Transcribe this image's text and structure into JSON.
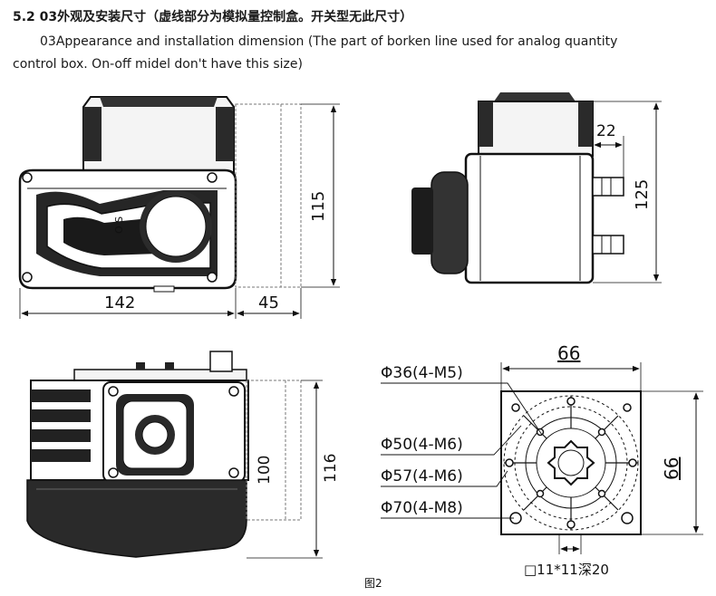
{
  "header": {
    "section_cn": "5.2  03外观及安装尺寸（虚线部分为模拟量控制盒。开关型无此尺寸）",
    "desc_line1": "03Appearance and installation dimension (The  part of borken line used for analog quantity",
    "desc_line2": "control box. On-off midel don't have this size)"
  },
  "front_view": {
    "dim_width": "142",
    "dim_box": "45",
    "dim_height": "115",
    "knob_text": "O S"
  },
  "side_view": {
    "dim_offset": "22",
    "dim_height": "125"
  },
  "bottom_view": {
    "dim_box": "100",
    "dim_height": "116"
  },
  "flange_view": {
    "dim_width": "66",
    "dim_height": "66",
    "labels": [
      "Φ36(4-M5)",
      "Φ50(4-M6)",
      "Φ57(4-M6)",
      "Φ70(4-M8)"
    ],
    "square_label": "□11*11深20"
  },
  "caption": "图2"
}
